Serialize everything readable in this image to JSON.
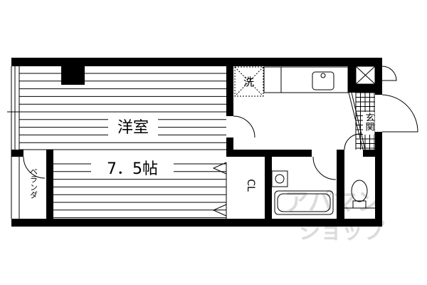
{
  "floor_plan": {
    "rooms": {
      "western_room": "洋室",
      "western_room_size": "7．5帖",
      "washer": "洗",
      "entrance": "玄関",
      "closet": "CL",
      "balcony": "ベランダ"
    },
    "watermark": "アパマンショップ",
    "colors": {
      "wall": "#000000",
      "background": "#ffffff",
      "watermark": "#d8d8d8"
    }
  }
}
